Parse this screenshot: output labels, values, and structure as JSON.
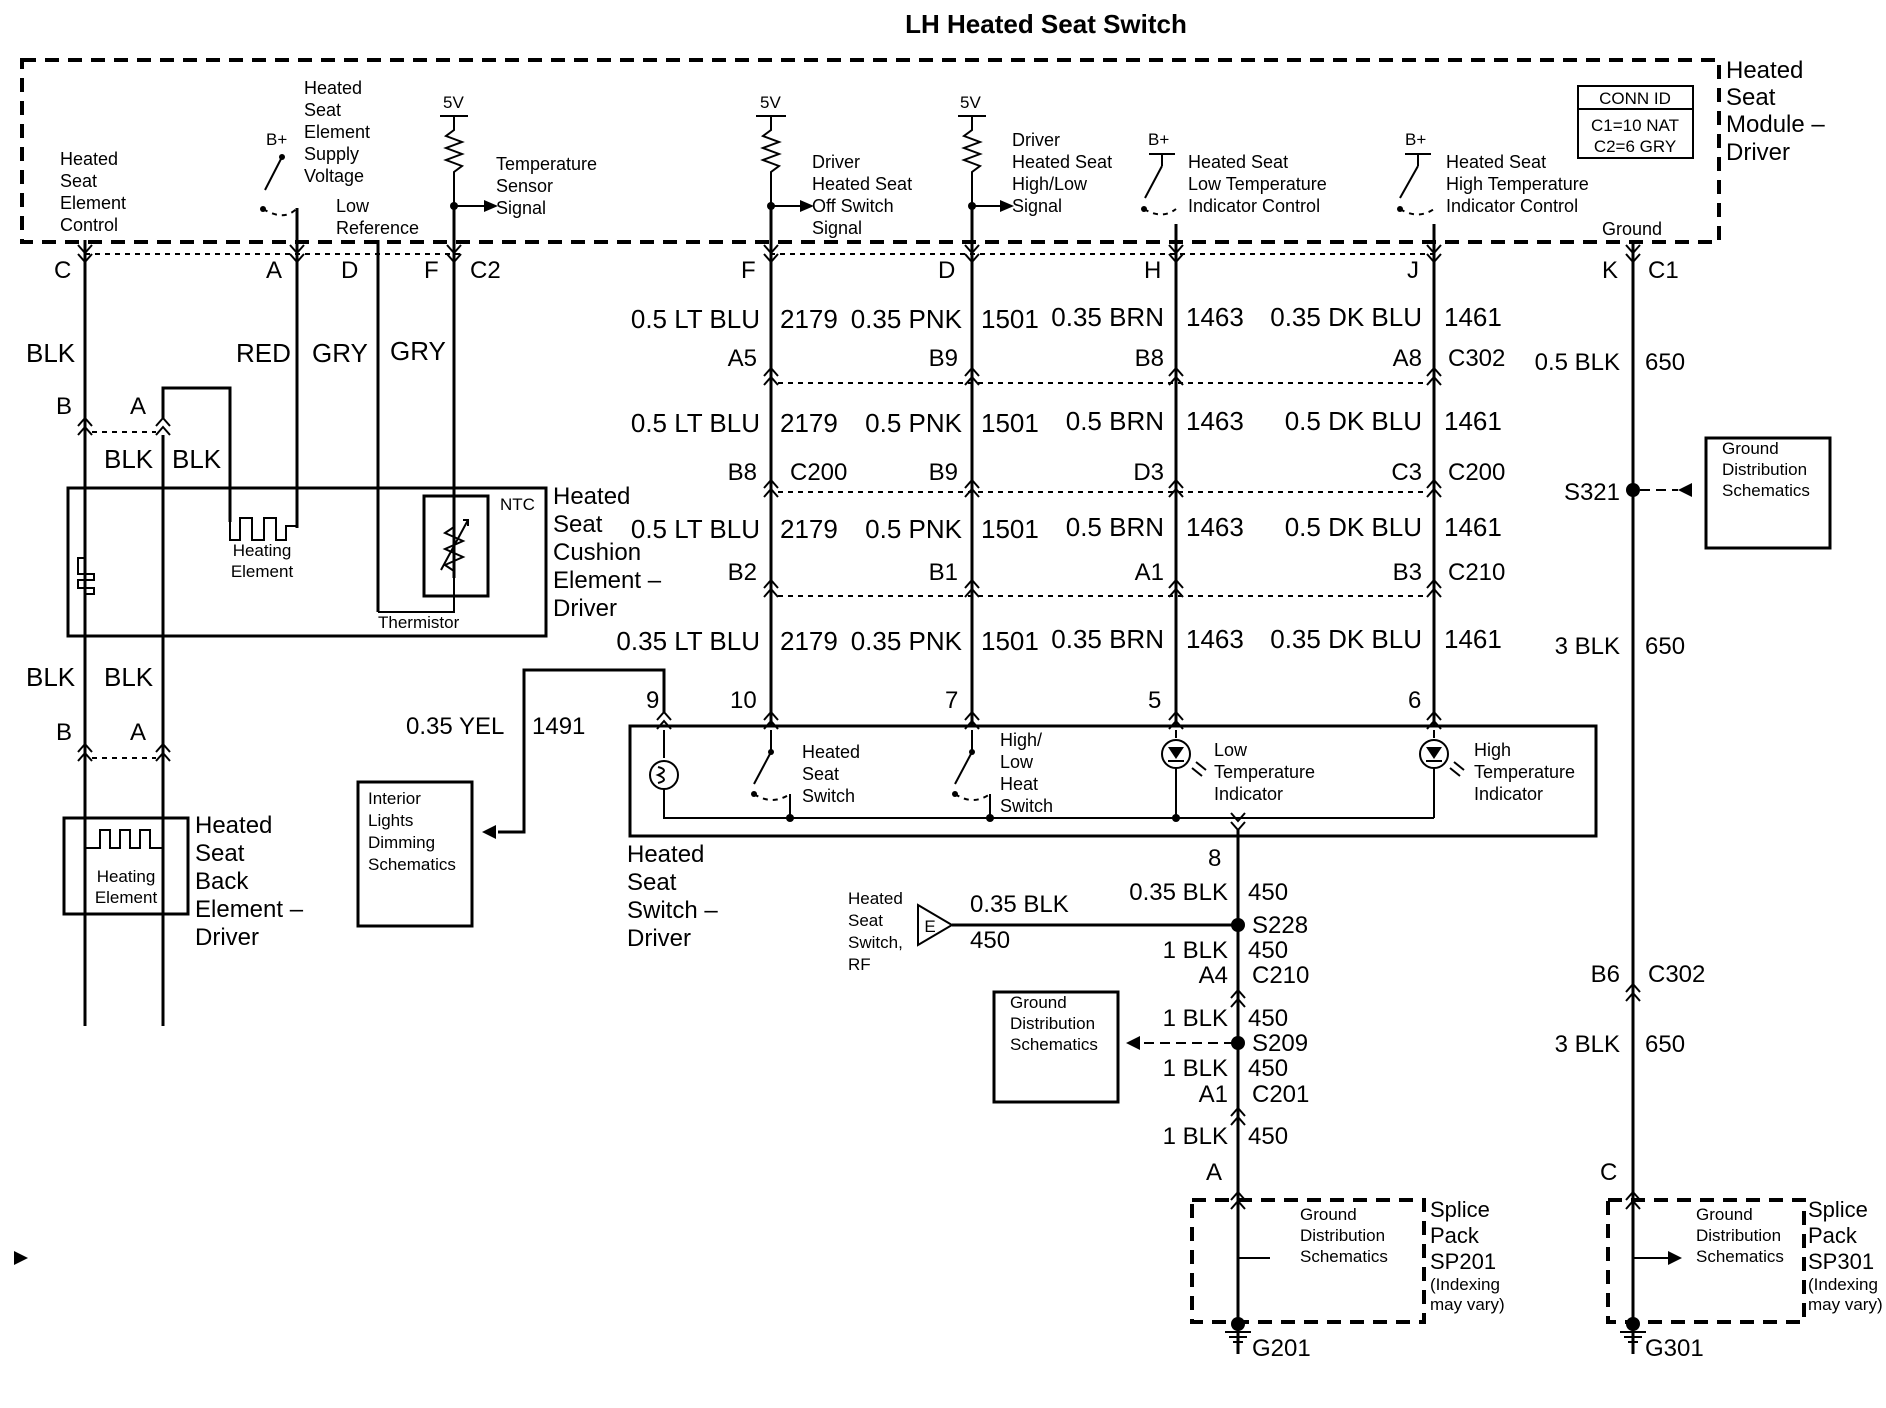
{
  "title": "LH Heated Seat Switch",
  "module": {
    "name": [
      "Heated",
      "Seat",
      "Module –",
      "Driver"
    ],
    "conn_id": {
      "header": "CONN ID",
      "c1": "C1=10 NAT",
      "c2": "C2=6 GRY"
    },
    "labels": {
      "heated_seat_element_control": [
        "Heated",
        "Seat",
        "Element",
        "Control"
      ],
      "supply_voltage": [
        "Heated",
        "Seat",
        "Element",
        "Supply",
        "Voltage"
      ],
      "low_reference": [
        "Low",
        "Reference"
      ],
      "temperature_sensor_signal": [
        "Temperature",
        "Sensor",
        "Signal"
      ],
      "off_switch_signal": [
        "Driver",
        "Heated Seat",
        "Off Switch",
        "Signal"
      ],
      "high_low_signal": [
        "Driver",
        "Heated Seat",
        "High/Low",
        "Signal"
      ],
      "low_temp_indicator_control": [
        "Heated Seat",
        "Low Temperature",
        "Indicator Control"
      ],
      "high_temp_indicator_control": [
        "Heated Seat",
        "High Temperature",
        "Indicator Control"
      ],
      "ground": "Ground",
      "b_plus": "B+",
      "five_v": "5V"
    },
    "pins": {
      "c": "C",
      "a": "A",
      "d": "D",
      "f": "F",
      "c2": "C2",
      "f2": "F",
      "d2": "D",
      "h": "H",
      "j": "J",
      "k": "K",
      "c1": "C1"
    }
  },
  "left_wires": {
    "blk": "BLK",
    "red": "RED",
    "gry": "GRY",
    "b": "B",
    "a": "A"
  },
  "cushion": {
    "name": [
      "Heated",
      "Seat",
      "Cushion",
      "Element –",
      "Driver"
    ],
    "heating_element": [
      "Heating",
      "Element"
    ],
    "ntc": "NTC",
    "thermistor": "Thermistor"
  },
  "back": {
    "name": [
      "Heated",
      "Seat",
      "Back",
      "Element –",
      "Driver"
    ],
    "heating_element": [
      "Heating",
      "Element"
    ]
  },
  "wire_rows": [
    {
      "lt_blu": "0.5 LT BLU",
      "pnk": "0.35 PNK",
      "brn": "0.35 BRN",
      "dk_blu": "0.35 DK BLU"
    },
    {
      "lt_blu": "0.5 LT BLU",
      "pnk": "0.5 PNK",
      "brn": "0.5 BRN",
      "dk_blu": "0.5 DK BLU"
    },
    {
      "lt_blu": "0.5 LT BLU",
      "pnk": "0.5 PNK",
      "brn": "0.5 BRN",
      "dk_blu": "0.5 DK BLU"
    },
    {
      "lt_blu": "0.35 LT BLU",
      "pnk": "0.35 PNK",
      "brn": "0.35 BRN",
      "dk_blu": "0.35 DK BLU"
    }
  ],
  "circuits": {
    "lt_blu": "2179",
    "pnk": "1501",
    "brn": "1463",
    "dk_blu": "1461",
    "yel": "1491",
    "blk450": "450",
    "blk650": "650"
  },
  "connectors": {
    "c302": {
      "name": "C302",
      "lt_blu": "A5",
      "pnk": "B9",
      "brn": "B8",
      "dk_blu": "A8"
    },
    "c200": {
      "name": "C200",
      "lt_blu": "B8",
      "pnk": "B9",
      "brn": "D3",
      "dk_blu": "C3"
    },
    "c210": {
      "name": "C210",
      "lt_blu": "B2",
      "pnk": "B1",
      "brn": "A1",
      "dk_blu": "B3"
    }
  },
  "ground_right": {
    "wire1": "0.5 BLK",
    "wire2": "3 BLK",
    "wire3": "3 BLK",
    "splice": "S321",
    "c302_pin": "B6",
    "c302": "C302",
    "sp_pin": "C",
    "ground": "G301"
  },
  "ground_dist": [
    "Ground",
    "Distribution",
    "Schematics"
  ],
  "switch_block": {
    "name": [
      "Heated",
      "Seat",
      "Switch –",
      "Driver"
    ],
    "pins": {
      "p9": "9",
      "p10": "10",
      "p7": "7",
      "p5": "5",
      "p6": "6",
      "p8": "8"
    },
    "heated_seat_switch": [
      "Heated",
      "Seat",
      "Switch"
    ],
    "high_low_switch": [
      "High/",
      "Low",
      "Heat",
      "Switch"
    ],
    "low_indicator": [
      "Low",
      "Temperature",
      "Indicator"
    ],
    "high_indicator": [
      "High",
      "Temperature",
      "Indicator"
    ]
  },
  "interior_lights": {
    "wire": "0.35 YEL",
    "box": [
      "Interior",
      "Lights",
      "Dimming",
      "Schematics"
    ]
  },
  "ground_center": {
    "w1": "0.35 BLK",
    "s228": "S228",
    "w2": "1 BLK",
    "c210_pin": "A4",
    "c210": "C210",
    "w3": "1 BLK",
    "s209": "S209",
    "w4": "1 BLK",
    "c201_pin": "A1",
    "c201": "C201",
    "w5": "1 BLK",
    "sp_pin": "A",
    "ground": "G201",
    "rf_wire": "0.35 BLK",
    "rf_label": [
      "Heated",
      "Seat",
      "Switch,",
      "RF"
    ],
    "rf_marker": "E"
  },
  "splice_pack_201": [
    "Splice",
    "Pack",
    "SP201",
    "(Indexing",
    "may vary)"
  ],
  "splice_pack_301": [
    "Splice",
    "Pack",
    "SP301",
    "(Indexing",
    "may vary)"
  ]
}
